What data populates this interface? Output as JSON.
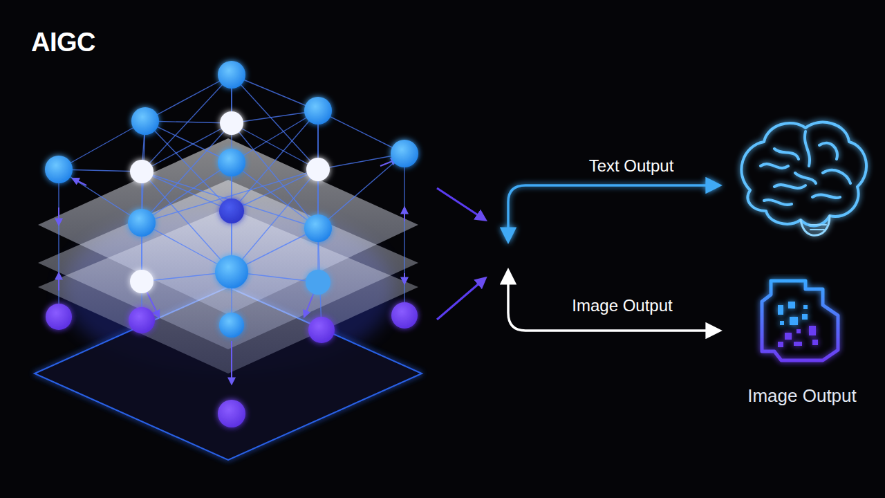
{
  "diagram": {
    "title": "AIGC",
    "nodes": [
      {
        "text": [
          "Image Output"
        ]
      }
    ],
    "labels": [
      "Text Output",
      "Image Output"
    ]
  }
}
